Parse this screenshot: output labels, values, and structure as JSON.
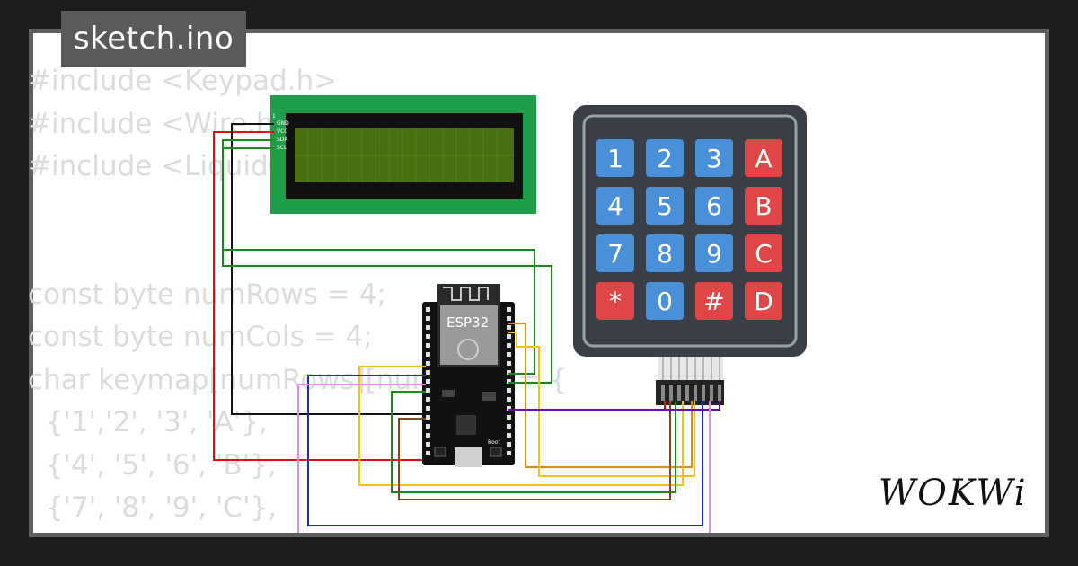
{
  "window": {
    "title": "sketch.ino"
  },
  "code": {
    "lines": [
      "#include <Keypad.h>",
      "#include <Wire.h>",
      "#include <LiquidCrystal_I2C.h>",
      "",
      "",
      "const byte numRows = 4;",
      "const byte numCols = 4;",
      "char keymap[numRows][numCols] = {",
      "  {'1','2', '3', 'A'},",
      "  {'4', '5', '6', 'B'},",
      "  {'7', '8', '9', 'C'},"
    ]
  },
  "lcd": {
    "pins": [
      "GND",
      "VCC",
      "SDA",
      "SCL"
    ]
  },
  "board": {
    "label": "ESP32",
    "boot_label": "Boot"
  },
  "keypad": {
    "keys": [
      {
        "label": "1",
        "color": "#4a90d9"
      },
      {
        "label": "2",
        "color": "#4a90d9"
      },
      {
        "label": "3",
        "color": "#4a90d9"
      },
      {
        "label": "A",
        "color": "#e04646"
      },
      {
        "label": "4",
        "color": "#4a90d9"
      },
      {
        "label": "5",
        "color": "#4a90d9"
      },
      {
        "label": "6",
        "color": "#4a90d9"
      },
      {
        "label": "B",
        "color": "#e04646"
      },
      {
        "label": "7",
        "color": "#4a90d9"
      },
      {
        "label": "8",
        "color": "#4a90d9"
      },
      {
        "label": "9",
        "color": "#4a90d9"
      },
      {
        "label": "C",
        "color": "#e04646"
      },
      {
        "label": "*",
        "color": "#e04646"
      },
      {
        "label": "0",
        "color": "#4a90d9"
      },
      {
        "label": "#",
        "color": "#e04646"
      },
      {
        "label": "D",
        "color": "#e04646"
      }
    ]
  },
  "brand": {
    "logo_text": "WOKWi"
  },
  "colors": {
    "lcd_board": "#1f9e4a",
    "lcd_screen": "#4a6f10",
    "keypad_body": "#3a3f47",
    "wire_red": "#e01010",
    "wire_black": "#111111",
    "wire_green": "#1a8a1a",
    "wire_yellow": "#f2c01a",
    "wire_blue": "#1a2ad0",
    "wire_pink": "#e68ce6",
    "wire_brown": "#8b4513",
    "wire_orange": "#e08a1a"
  }
}
